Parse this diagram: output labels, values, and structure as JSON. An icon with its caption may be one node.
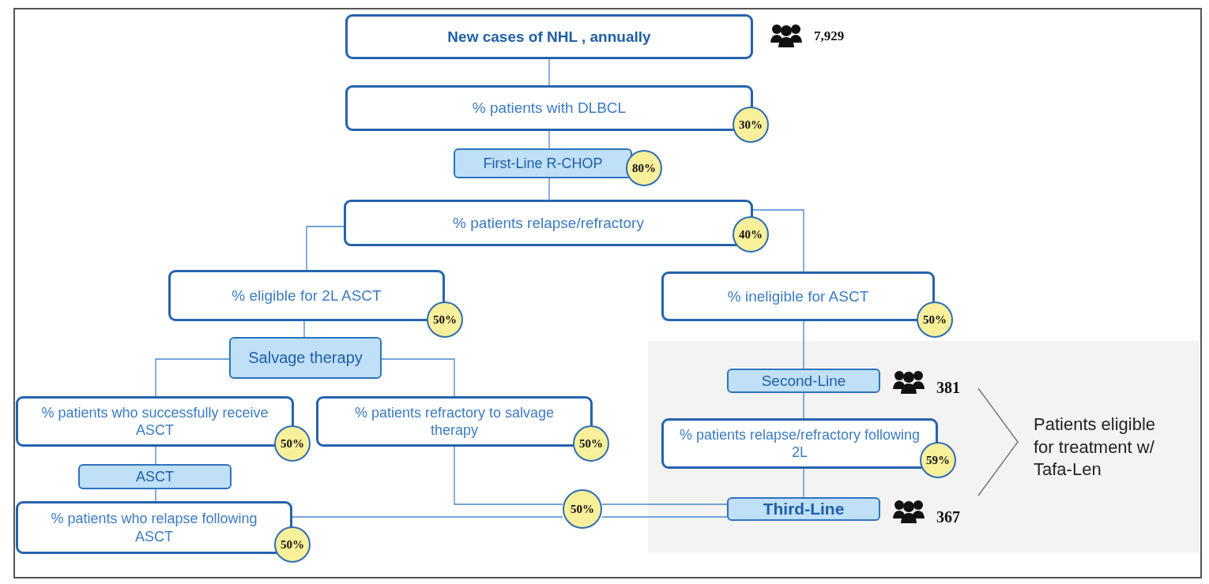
{
  "diagram": {
    "nodes": [
      {
        "text": [
          "New cases of NHL , annually"
        ]
      },
      {
        "text": [
          "% patients with DLBCL"
        ]
      },
      {
        "text": [
          "30%"
        ]
      },
      {
        "text": [
          "First-Line R-CHOP"
        ]
      },
      {
        "text": [
          "80%"
        ]
      },
      {
        "text": [
          "% patients relapse/refractory"
        ]
      },
      {
        "text": [
          "40%"
        ]
      },
      {
        "text": [
          "% eligible for 2L ASCT"
        ]
      },
      {
        "text": [
          "50%"
        ]
      },
      {
        "text": [
          "% ineligible for ASCT"
        ]
      },
      {
        "text": [
          "50%"
        ]
      },
      {
        "text": [
          "Salvage therapy"
        ]
      },
      {
        "text": [
          "% patients who successfully receive ASCT"
        ]
      },
      {
        "text": [
          "50%"
        ]
      },
      {
        "text": [
          "% patients refractory to salvage therapy"
        ]
      },
      {
        "text": [
          "50%"
        ]
      },
      {
        "text": [
          "ASCT"
        ]
      },
      {
        "text": [
          "% patients who relapse following ASCT"
        ]
      },
      {
        "text": [
          "50%"
        ]
      },
      {
        "text": [
          "50%"
        ]
      },
      {
        "text": [
          "Second-Line"
        ]
      },
      {
        "text": [
          "% patients relapse/refractory following 2L"
        ]
      },
      {
        "text": [
          "59%"
        ]
      },
      {
        "text": [
          "Third-Line"
        ]
      }
    ],
    "edges": [
      {
        "from": 0,
        "to": 1,
        "arrow": "none"
      },
      {
        "from": 1,
        "to": 3,
        "arrow": "none"
      },
      {
        "from": 3,
        "to": 5,
        "arrow": "none"
      },
      {
        "from": 5,
        "to": 7,
        "arrow": "none"
      },
      {
        "from": 5,
        "to": 9,
        "arrow": "none"
      },
      {
        "from": 7,
        "to": 11,
        "arrow": "none"
      },
      {
        "from": 11,
        "to": 12,
        "arrow": "none"
      },
      {
        "from": 11,
        "to": 14,
        "arrow": "none"
      },
      {
        "from": 12,
        "to": 16,
        "arrow": "none"
      },
      {
        "from": 16,
        "to": 17,
        "arrow": "none"
      },
      {
        "from": 14,
        "to": 19,
        "arrow": "none"
      },
      {
        "from": 17,
        "to": 19,
        "arrow": "none"
      },
      {
        "from": 19,
        "to": 23,
        "arrow": "none"
      },
      {
        "from": 19,
        "to": 23,
        "arrow": "none"
      },
      {
        "from": 9,
        "to": 20,
        "arrow": "none"
      },
      {
        "from": 20,
        "to": 21,
        "arrow": "none"
      },
      {
        "from": 21,
        "to": 23,
        "arrow": "none"
      }
    ],
    "labels": [
      "7,929",
      "381",
      "Patients eligible for treatment w/ Tafa-Len",
      "367"
    ]
  }
}
